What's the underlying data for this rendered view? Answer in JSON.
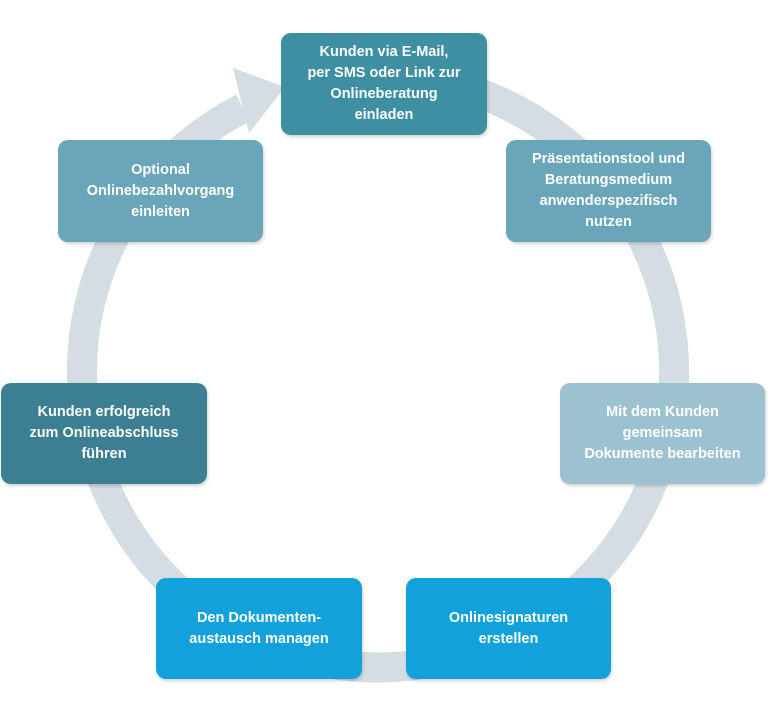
{
  "cycle": {
    "steps": [
      {
        "id": "invite",
        "label": "Kunden via E-Mail,\nper SMS oder Link zur\nOnlineberatung\neinladen",
        "color": "#3f8fa3"
      },
      {
        "id": "presentation",
        "label": "Präsentationstool und\nBeratungsmedium\nanwenderspezifisch\nnutzen",
        "color": "#6aa6b9"
      },
      {
        "id": "co-edit",
        "label": "Mit dem Kunden\ngemeinsam\nDokumente bearbeiten",
        "color": "#9cc2d1"
      },
      {
        "id": "signatures",
        "label": "Onlinesignaturen\nerstellen",
        "color": "#12a1db"
      },
      {
        "id": "document-exchange",
        "label": "Den Dokumenten-\naustausch managen",
        "color": "#12a1db"
      },
      {
        "id": "closing",
        "label": "Kunden erfolgreich\nzum Onlineabschluss\nführen",
        "color": "#3d7f92"
      },
      {
        "id": "payment",
        "label": "Optional\nOnlinebezahlvorgang\neinleiten",
        "color": "#6aa6b9"
      }
    ],
    "ring_color": "#d3dde2"
  }
}
